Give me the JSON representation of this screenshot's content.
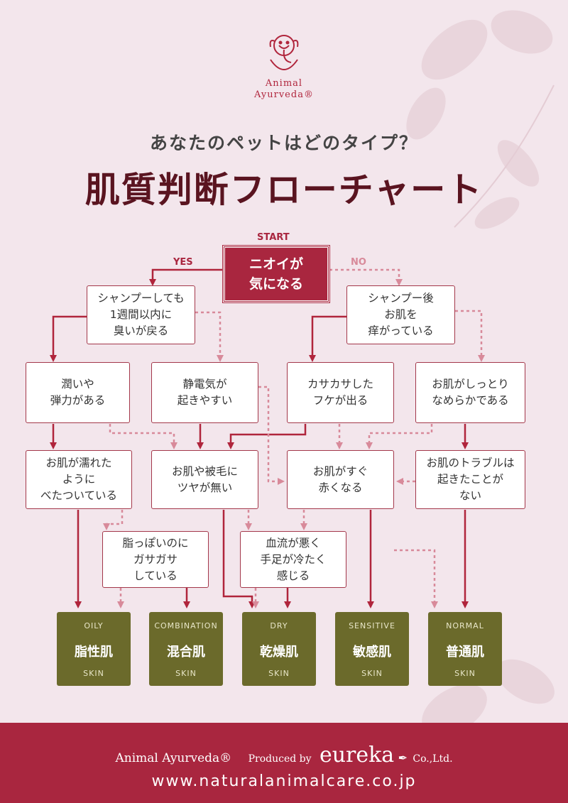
{
  "logo": {
    "line1": "Animal",
    "line2": "Ayurveda®"
  },
  "subtitle": "あなたのペットはどのタイプ？",
  "title": "肌質判断フローチャート",
  "flow": {
    "start_label": "START",
    "yes_label": "YES",
    "no_label": "NO",
    "start_question": "ニオイが\n気になる",
    "q_shampoo_week": "シャンプーしても\n1週間以内に\n臭いが戻る",
    "q_after_shampoo": "シャンプー後\nお肌を\n痒がっている",
    "q_moist": "潤いや\n弾力がある",
    "q_static": "静電気が\n起きやすい",
    "q_dandruff": "カサカサした\nフケが出る",
    "q_smooth": "お肌がしっとり\nなめらかである",
    "q_sticky": "お肌が濡れた\nように\nべたついている",
    "q_dull": "お肌や被毛に\nツヤが無い",
    "q_redden": "お肌がすぐ\n赤くなる",
    "q_trouble": "お肌のトラブルは\n起きたことが\nない",
    "q_oily_dry": "脂っぽいのに\nガサガサ\nしている",
    "q_blood": "血流が悪く\n手足が冷たく\n感じる"
  },
  "results": [
    {
      "en": "OILY",
      "jp": "脂性肌",
      "skin": "SKIN"
    },
    {
      "en": "COMBINATION",
      "jp": "混合肌",
      "skin": "SKIN"
    },
    {
      "en": "DRY",
      "jp": "乾燥肌",
      "skin": "SKIN"
    },
    {
      "en": "SENSITIVE",
      "jp": "敏感肌",
      "skin": "SKIN"
    },
    {
      "en": "NORMAL",
      "jp": "普通肌",
      "skin": "SKIN"
    }
  ],
  "footer": {
    "brand": "Animal Ayurveda®",
    "produced_by": "Produced by",
    "company": "eureka",
    "company_suffix": "Co.,Ltd.",
    "url": "www.naturalanimalcare.co.jp"
  },
  "colors": {
    "background": "#f3e6ec",
    "accent": "#a9263f",
    "yes_line": "#b0253c",
    "no_line": "#d88a9a",
    "result_box": "#6b6a2b",
    "title": "#5a1420"
  }
}
